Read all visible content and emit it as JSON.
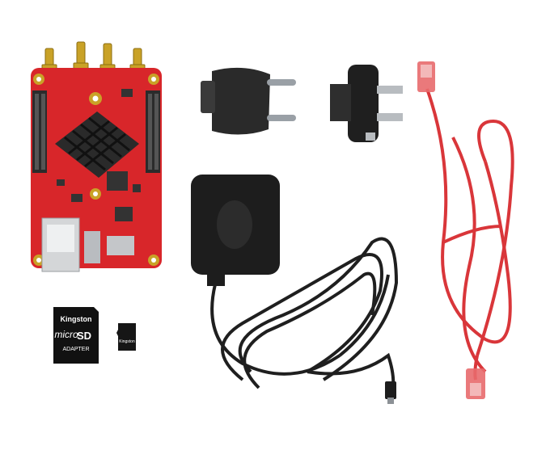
{
  "photo": {
    "background": "#ffffff",
    "board": {
      "color": "#d8262a",
      "heatsink_color": "#2a2a2a",
      "connector_color": "#c9a227"
    },
    "sd_adapter": {
      "brand": "Kingston",
      "line1": "micro",
      "line2": "SD",
      "line3": "ADAPTER"
    },
    "micro_sd": {
      "brand": "Kingston"
    },
    "power_supply": {
      "color": "#1d1d1d"
    },
    "ethernet_cable": {
      "color": "#d9363a"
    }
  }
}
